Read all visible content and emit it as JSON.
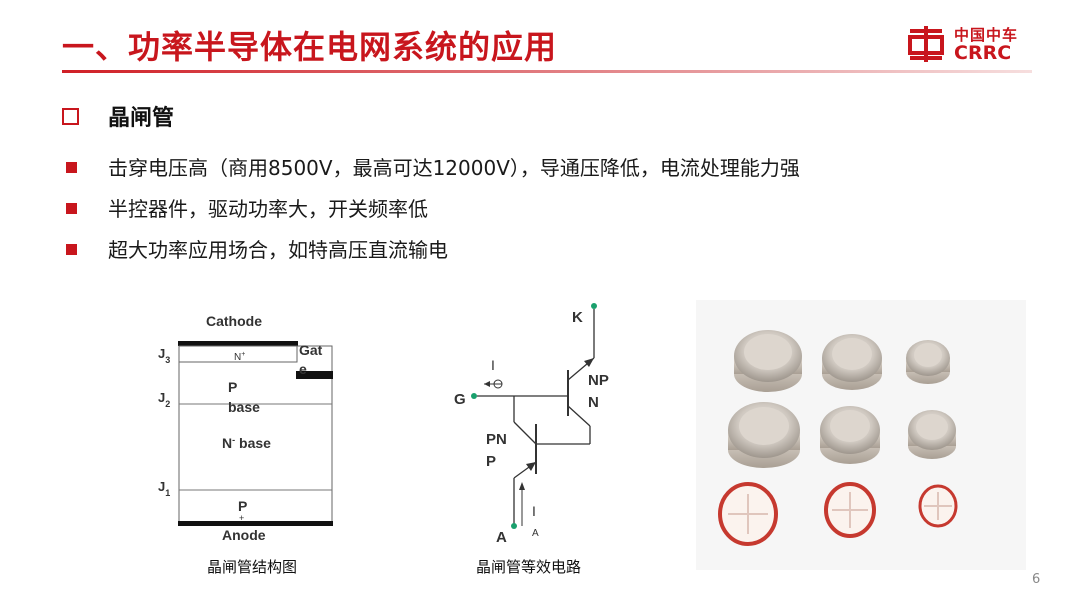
{
  "header": {
    "title": "一、功率半导体在电网系统的应用"
  },
  "logo": {
    "cn": "中国中车",
    "en": "CRRC"
  },
  "section": {
    "title": "晶闸管"
  },
  "bullets": [
    "击穿电压高（商用8500V，最高可达12000V），导通压降低，电流处理能力强",
    "半控器件，驱动功率大，开关频率低",
    "超大功率应用场合，如特高压直流输电"
  ],
  "structure": {
    "caption": "晶闸管结构图",
    "cathode": "Cathode",
    "anode": "Anode",
    "gate": "Gat e",
    "gate_a": "Gat",
    "gate_b": "e",
    "j3": "J",
    "j3_sub": "3",
    "j2": "J",
    "j2_sub": "2",
    "j1": "J",
    "j1_sub": "1",
    "n_plus": "N",
    "n_plus_sup": "+",
    "p_base_a": "P",
    "p_base_b": "base",
    "n_base": "N",
    "n_base_sup": "-",
    "n_base_rest": " base",
    "p_plus": "P",
    "p_plus_sup": "+"
  },
  "circuit": {
    "caption": "晶闸管等效电路",
    "k": "K",
    "g": "G",
    "a": "A",
    "npn_a": "NP",
    "npn_b": "N",
    "pnp_a": "PN",
    "pnp_b": "P",
    "ig": "I",
    "ia": "I",
    "ia_sub": "A"
  },
  "page": {
    "number": "6"
  },
  "colors": {
    "accent": "#c8161d",
    "pin": "#1aa06d"
  }
}
